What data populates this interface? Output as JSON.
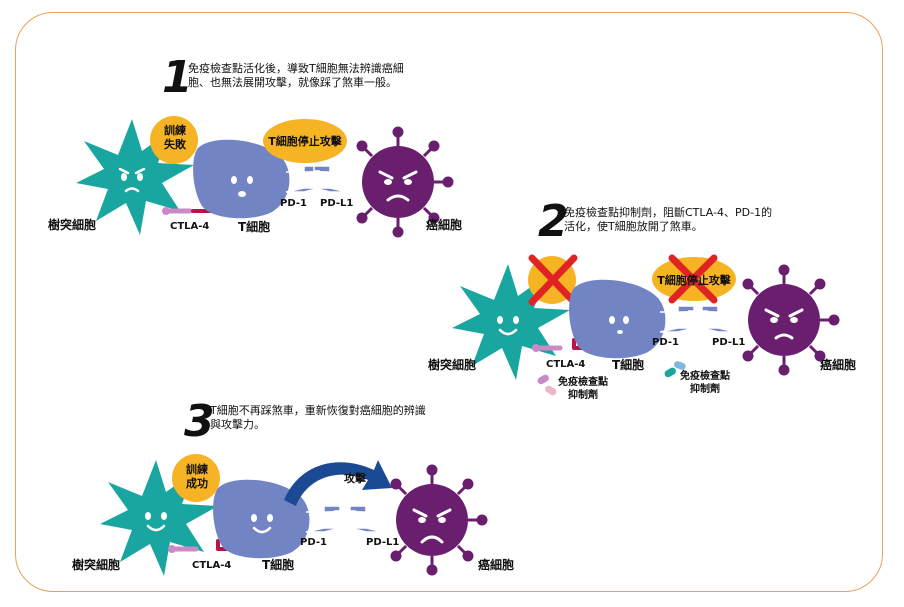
{
  "colors": {
    "dendritic": "#1aa6a0",
    "tcell": "#7384c4",
    "cancer": "#6a1e6e",
    "bubble": "#f6b324",
    "receptor": "#b8144a",
    "ctla": "#c98bc8",
    "arrow": "#1b4a94",
    "cross": "#e02323",
    "border": "#e8a15a"
  },
  "step1": {
    "num": "1",
    "text": "免疫檢查點活化後，導致T細胞無法辨識癌細胞、也無法展開攻擊，就像踩了煞車一般。",
    "dc_bubble": "訓練\n失敗",
    "tc_bubble": "T細胞停止攻擊",
    "dendritic": "樹突細胞",
    "ctla4": "CTLA-4",
    "tcell": "T細胞",
    "pd1": "PD-1",
    "pdl1": "PD-L1",
    "cancer": "癌細胞"
  },
  "step2": {
    "num": "2",
    "text": "免疫檢查點抑制劑，阻斷CTLA-4、PD-1的活化，使T細胞放開了煞車。",
    "tc_bubble": "T細胞停止攻擊",
    "dendritic": "樹突細胞",
    "ctla4": "CTLA-4",
    "tcell": "T細胞",
    "pd1": "PD-1",
    "pdl1": "PD-L1",
    "cancer": "癌細胞",
    "inhibitor1": "免疫檢查點\n抑制劑",
    "inhibitor2": "免疫檢查點\n抑制劑"
  },
  "step3": {
    "num": "3",
    "text": "T細胞不再踩煞車，重新恢復對癌細胞的辨識與攻擊力。",
    "dc_bubble": "訓練\n成功",
    "attack": "攻擊",
    "dendritic": "樹突細胞",
    "ctla4": "CTLA-4",
    "tcell": "T細胞",
    "pd1": "PD-1",
    "pdl1": "PD-L1",
    "cancer": "癌細胞"
  }
}
